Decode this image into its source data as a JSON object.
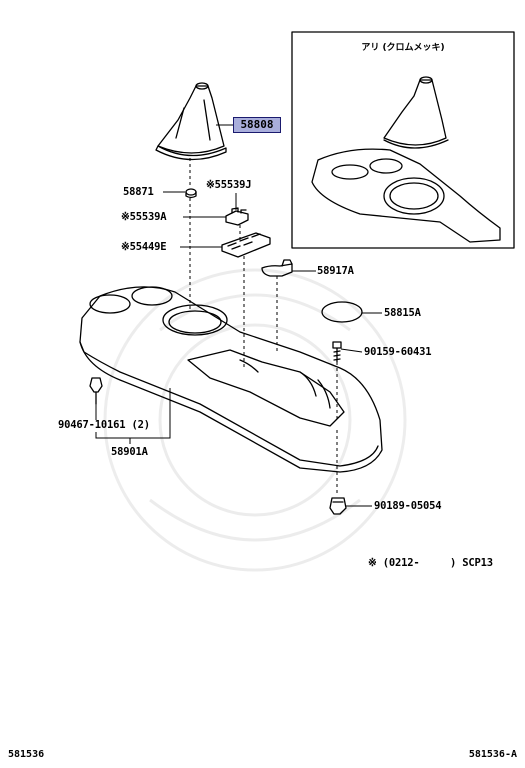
{
  "labels": {
    "p58808": "58808",
    "p58871": "58871",
    "p55539J": "※55539J",
    "p55539A": "※55539A",
    "p55449E": "※55449E",
    "p58917A": "58917A",
    "p58815A": "58815A",
    "p90159": "90159-60431",
    "p90467": "90467-10161 (2)",
    "p58901A": "58901A",
    "p90189": "90189-05054"
  },
  "inset": {
    "title": "アリ (クロムメッキ)"
  },
  "note": "※ (0212-     ) SCP13",
  "footer": {
    "left_code": "581536",
    "right_code": "581536-A"
  },
  "colors": {
    "highlight": "#a9aedb",
    "highlight_border": "#1a1a6e"
  }
}
